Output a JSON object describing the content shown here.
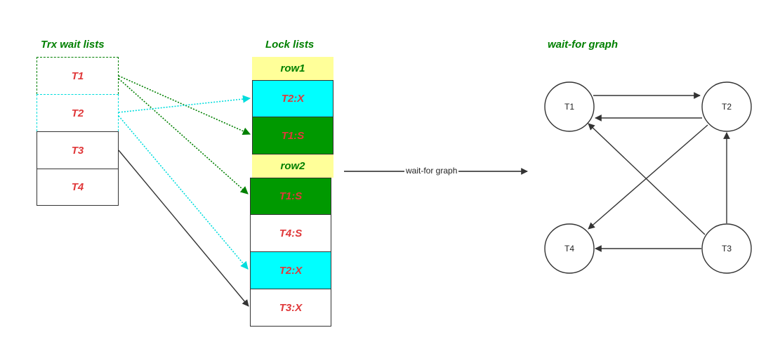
{
  "headings": {
    "trx_wait_lists": "Trx wait lists",
    "lock_lists": "Lock lists",
    "wait_for_graph": "wait-for graph"
  },
  "trx_wait_lists": [
    "T1",
    "T2",
    "T3",
    "T4"
  ],
  "lock_lists": {
    "row1": {
      "label": "row1",
      "entries": [
        "T2:X",
        "T1:S"
      ]
    },
    "row2": {
      "label": "row2",
      "entries": [
        "T1:S",
        "T4:S",
        "T2:X",
        "T3:X"
      ]
    }
  },
  "arrow_label": "wait-for graph",
  "graph": {
    "nodes": [
      "T1",
      "T2",
      "T3",
      "T4"
    ],
    "edges": [
      [
        "T1",
        "T2"
      ],
      [
        "T2",
        "T1"
      ],
      [
        "T2",
        "T4"
      ],
      [
        "T3",
        "T1"
      ],
      [
        "T3",
        "T2"
      ],
      [
        "T3",
        "T4"
      ]
    ]
  },
  "colors": {
    "heading": "#008000",
    "entry_text": "#e0393b",
    "row_label_bg": "#ffff99",
    "cyan": "#00ffff",
    "green": "#009900"
  }
}
